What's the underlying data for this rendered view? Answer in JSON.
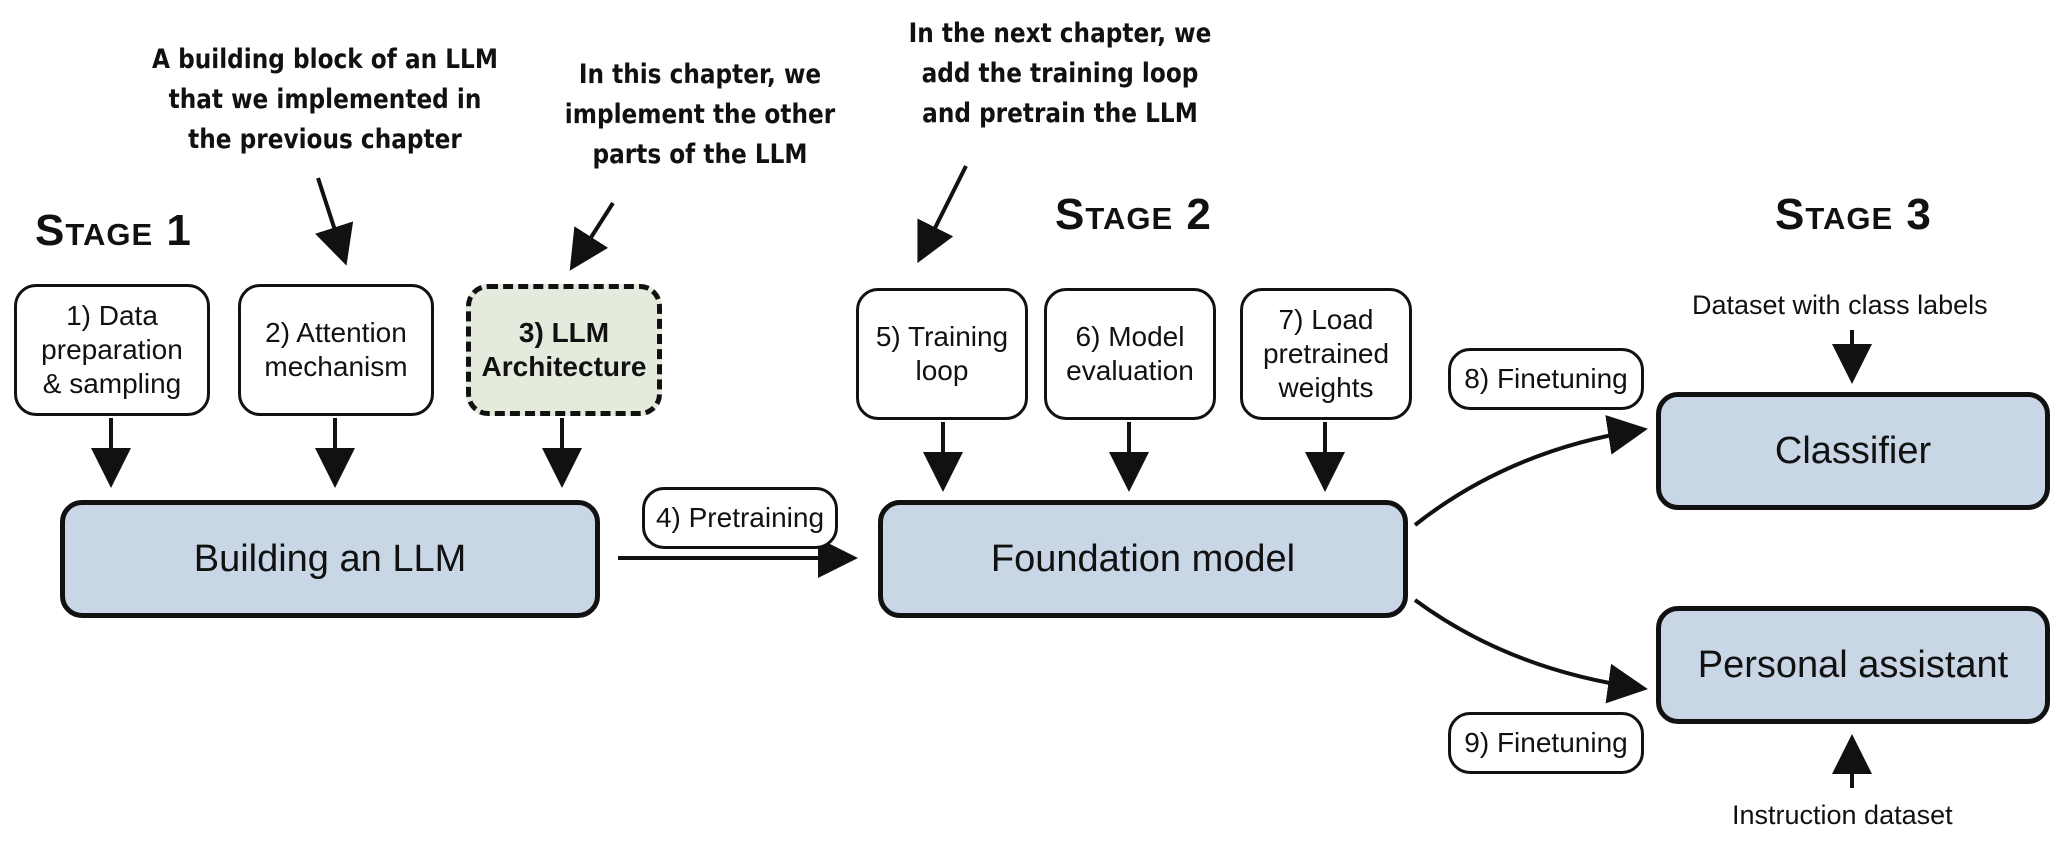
{
  "stages": {
    "stage1": "Stage 1",
    "stage2": "Stage 2",
    "stage3": "Stage 3"
  },
  "annotations": {
    "building_block": "A building block of an LLM\nthat we implemented in\nthe previous chapter",
    "this_chapter": "In this chapter, we\nimplement the other\nparts of the LLM",
    "next_chapter": "In the next chapter, we\nadd the training loop\nand pretrain the LLM"
  },
  "stage1_steps": {
    "step1": "1) Data\npreparation\n& sampling",
    "step2": "2) Attention\nmechanism",
    "step3": "3) LLM\nArchitecture"
  },
  "stage2_steps": {
    "step5": "5) Training\nloop",
    "step6": "6) Model\nevaluation",
    "step7": "7) Load\npretrained\nweights"
  },
  "main_boxes": {
    "building": "Building an LLM",
    "foundation": "Foundation model",
    "classifier": "Classifier",
    "assistant": "Personal assistant"
  },
  "transitions": {
    "pretraining": "4) Pretraining",
    "finetuning_8": "8) Finetuning",
    "finetuning_9": "9) Finetuning"
  },
  "datasets": {
    "class_labels": "Dataset with class labels",
    "instruction": "Instruction dataset"
  },
  "colors": {
    "main_box_fill": "#c8d6e6",
    "highlight_fill": "#e4ebdd",
    "stroke": "#111111"
  }
}
